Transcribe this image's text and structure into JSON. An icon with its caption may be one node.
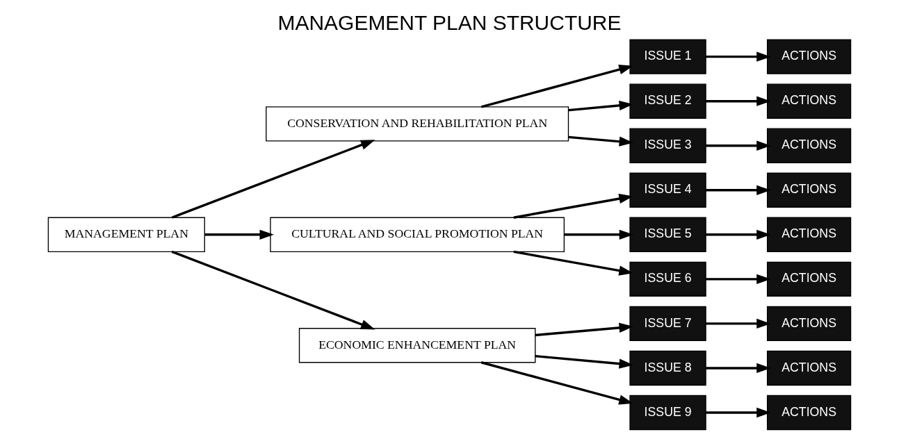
{
  "diagram": {
    "title": "MANAGEMENT PLAN STRUCTURE",
    "nodes": [
      {
        "text": [
          "MANAGEMENT PLAN"
        ]
      },
      {
        "text": [
          "CONSERVATION AND REHABILITATION PLAN"
        ]
      },
      {
        "text": [
          "CULTURAL AND SOCIAL PROMOTION PLAN"
        ]
      },
      {
        "text": [
          "ECONOMIC ENHANCEMENT PLAN"
        ]
      },
      {
        "text": [
          "ISSUE 1"
        ]
      },
      {
        "text": [
          "ISSUE 2"
        ]
      },
      {
        "text": [
          "ISSUE 3"
        ]
      },
      {
        "text": [
          "ISSUE 4"
        ]
      },
      {
        "text": [
          "ISSUE 5"
        ]
      },
      {
        "text": [
          "ISSUE 6"
        ]
      },
      {
        "text": [
          "ISSUE 7"
        ]
      },
      {
        "text": [
          "ISSUE 8"
        ]
      },
      {
        "text": [
          "ISSUE 9"
        ]
      },
      {
        "text": [
          "ACTIONS"
        ]
      },
      {
        "text": [
          "ACTIONS"
        ]
      },
      {
        "text": [
          "ACTIONS"
        ]
      },
      {
        "text": [
          "ACTIONS"
        ]
      },
      {
        "text": [
          "ACTIONS"
        ]
      },
      {
        "text": [
          "ACTIONS"
        ]
      },
      {
        "text": [
          "ACTIONS"
        ]
      },
      {
        "text": [
          "ACTIONS"
        ]
      },
      {
        "text": [
          "ACTIONS"
        ]
      }
    ],
    "edges": [
      {
        "from": 0,
        "to": 1,
        "arrow": "to"
      },
      {
        "from": 0,
        "to": 2,
        "arrow": "to"
      },
      {
        "from": 0,
        "to": 3,
        "arrow": "to"
      },
      {
        "from": 1,
        "to": 4,
        "arrow": "to"
      },
      {
        "from": 1,
        "to": 5,
        "arrow": "to"
      },
      {
        "from": 1,
        "to": 6,
        "arrow": "to"
      },
      {
        "from": 2,
        "to": 7,
        "arrow": "to"
      },
      {
        "from": 2,
        "to": 8,
        "arrow": "to"
      },
      {
        "from": 2,
        "to": 9,
        "arrow": "to"
      },
      {
        "from": 3,
        "to": 10,
        "arrow": "to"
      },
      {
        "from": 3,
        "to": 11,
        "arrow": "to"
      },
      {
        "from": 3,
        "to": 12,
        "arrow": "to"
      },
      {
        "from": 4,
        "to": 13,
        "arrow": "to"
      },
      {
        "from": 5,
        "to": 14,
        "arrow": "to"
      },
      {
        "from": 6,
        "to": 15,
        "arrow": "to"
      },
      {
        "from": 7,
        "to": 16,
        "arrow": "to"
      },
      {
        "from": 8,
        "to": 17,
        "arrow": "to"
      },
      {
        "from": 9,
        "to": 18,
        "arrow": "to"
      },
      {
        "from": 10,
        "to": 19,
        "arrow": "to"
      },
      {
        "from": 11,
        "to": 20,
        "arrow": "to"
      },
      {
        "from": 12,
        "to": 21,
        "arrow": "to"
      }
    ]
  }
}
